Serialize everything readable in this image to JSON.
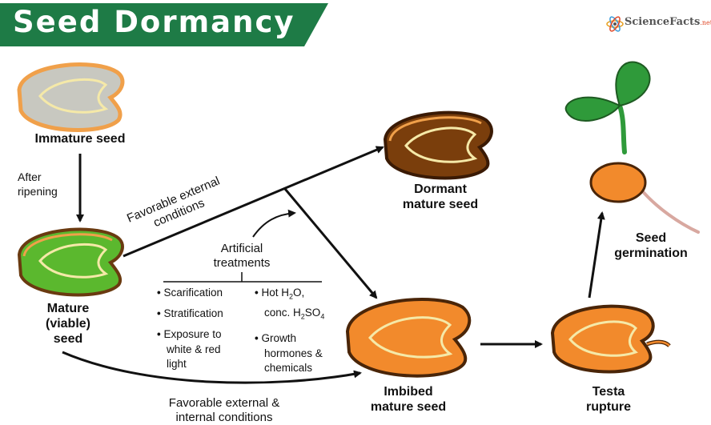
{
  "header": {
    "title": "Seed Dormancy"
  },
  "brand": {
    "logo_text": "ScienceFacts",
    "logo_suffix": ".net"
  },
  "stages": {
    "immature": "Immature seed",
    "mature_line1": "Mature",
    "mature_line2": "(viable)",
    "mature_line3": "seed",
    "dormant_line1": "Dormant",
    "dormant_line2": "mature seed",
    "imbibed_line1": "Imbibed",
    "imbibed_line2": "mature seed",
    "testa_line1": "Testa",
    "testa_line2": "rupture",
    "germination_line1": "Seed",
    "germination_line2": "germination"
  },
  "transitions": {
    "after_ripening_line1": "After",
    "after_ripening_line2": "ripening",
    "favorable_external_line1": "Favorable external",
    "favorable_external_line2": "conditions",
    "favorable_internal_line1": "Favorable external &",
    "favorable_internal_line2": "internal conditions"
  },
  "artificial": {
    "heading_line1": "Artificial",
    "heading_line2": "treatments",
    "left": [
      "Scarification",
      "Stratification",
      "Exposure to"
    ],
    "left_extra": [
      "white & red",
      "light"
    ],
    "right_hot": "Hot H",
    "right_hot_sub": "2",
    "right_hot_end": "O,",
    "right_conc": "conc. H",
    "right_conc_sub1": "2",
    "right_conc_mid": "SO",
    "right_conc_sub2": "4",
    "right_growth": [
      "Growth",
      "hormones &",
      "chemicals"
    ]
  },
  "colors": {
    "title_green": "#1e7b46",
    "immature_fill": "#c8c8c0",
    "mature_fill": "#5bb82e",
    "dormant_fill": "#7a3e0c",
    "imbibed_fill": "#f28a2c",
    "leaf_green": "#2f9a3a",
    "outline": "#4a2508",
    "rim": "#f5e9a8"
  }
}
